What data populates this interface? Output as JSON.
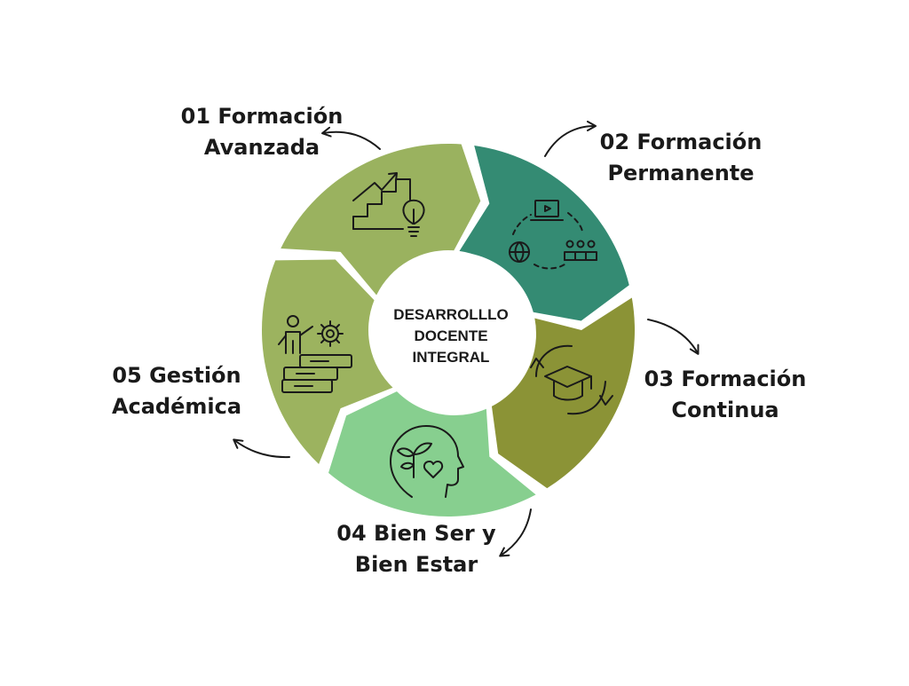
{
  "center": {
    "lines": [
      "DESARROLLLO",
      "DOCENTE",
      "INTEGRAL"
    ]
  },
  "stages": [
    {
      "number": "01",
      "line1": "01 Formación",
      "line2": "Avanzada",
      "color": "#9ab25f",
      "icon": "stairs-lightbulb-icon"
    },
    {
      "number": "02",
      "line1": "02 Formación",
      "line2": "Permanente",
      "color": "#348b73",
      "icon": "laptop-network-icon"
    },
    {
      "number": "03",
      "line1": "03 Formación",
      "line2": "Continua",
      "color": "#8b9336",
      "icon": "graduation-cap-cycle-icon"
    },
    {
      "number": "04",
      "line1": "04 Bien Ser y",
      "line2": "Bien Estar",
      "color": "#87cf8f",
      "icon": "head-plant-heart-icon"
    },
    {
      "number": "05",
      "line1": "05 Gestión",
      "line2": "Académica",
      "color": "#9cb35f",
      "icon": "person-books-gear-icon"
    }
  ]
}
